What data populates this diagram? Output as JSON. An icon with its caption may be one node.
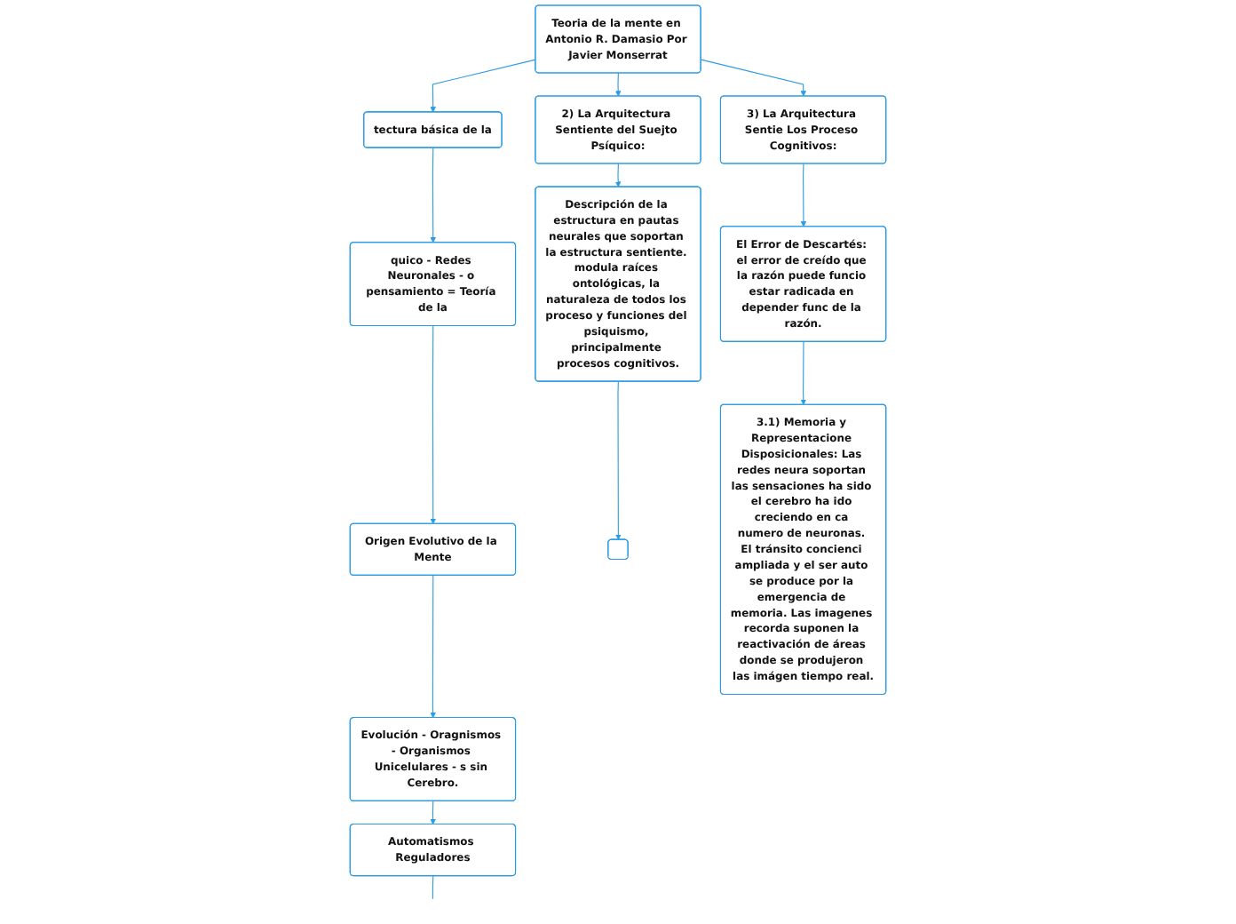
{
  "diagram": {
    "nodes": [
      {
        "text": [
          "Teoria de la mente en Antonio R. Damasio Por Javier Monserrat"
        ]
      },
      {
        "text": [
          "tectura básica de la"
        ]
      },
      {
        "text": [
          "quico - Redes Neuronales - o pensamiento = Teoría de la"
        ]
      },
      {
        "text": [
          "Origen Evolutivo de la Mente"
        ]
      },
      {
        "text": [
          "Evolución - Oragnismos - Organismos Unicelulares - s sin Cerebro."
        ]
      },
      {
        "text": [
          "Automatismos Reguladores"
        ]
      },
      {
        "text": [
          "2) La Arquitectura Sentiente del Suejto Psíquico:"
        ]
      },
      {
        "text": [
          "Descripción de la estructura en pautas neurales que soportan la estructura sentiente. modula raíces ontológicas, la naturaleza de todos los proceso y funciones del psiquismo, principalmente procesos cognitivos."
        ]
      },
      {
        "text": [],
        "shape": "box"
      },
      {
        "text": [
          "3) La Arquitectura Sentie Los Proceso Cognitivos:"
        ]
      },
      {
        "text": [
          "El Error de Descartés: el error de creído que la razón puede funcio estar radicada en depender func de la razón."
        ]
      },
      {
        "text": [
          "3.1) Memoria y Representacione Disposicionales: Las redes neura soportan las sensaciones ha sido el cerebro ha ido creciendo en ca numero de neuronas. El tránsito concienci ampliada y el ser auto se produce por la emergencia de memoria. Las imagenes recorda suponen la reactivación de áreas donde se produjeron las imágen tiempo real."
        ]
      }
    ],
    "edges": [
      {
        "from": 0,
        "to": 1,
        "arrow": "to"
      },
      {
        "from": 1,
        "to": 2,
        "arrow": "to"
      },
      {
        "from": 2,
        "to": 3,
        "arrow": "to"
      },
      {
        "from": 3,
        "to": 4,
        "arrow": "to"
      },
      {
        "from": 4,
        "to": 5,
        "arrow": "to"
      },
      {
        "from": 5,
        "to": null,
        "arrow": "none"
      },
      {
        "from": 0,
        "to": 6,
        "arrow": "to"
      },
      {
        "from": 6,
        "to": 7,
        "arrow": "to"
      },
      {
        "from": 7,
        "to": 8,
        "arrow": "to"
      },
      {
        "from": 0,
        "to": 9,
        "arrow": "to"
      },
      {
        "from": 9,
        "to": 10,
        "arrow": "to"
      },
      {
        "from": 10,
        "to": 11,
        "arrow": "to"
      }
    ]
  }
}
